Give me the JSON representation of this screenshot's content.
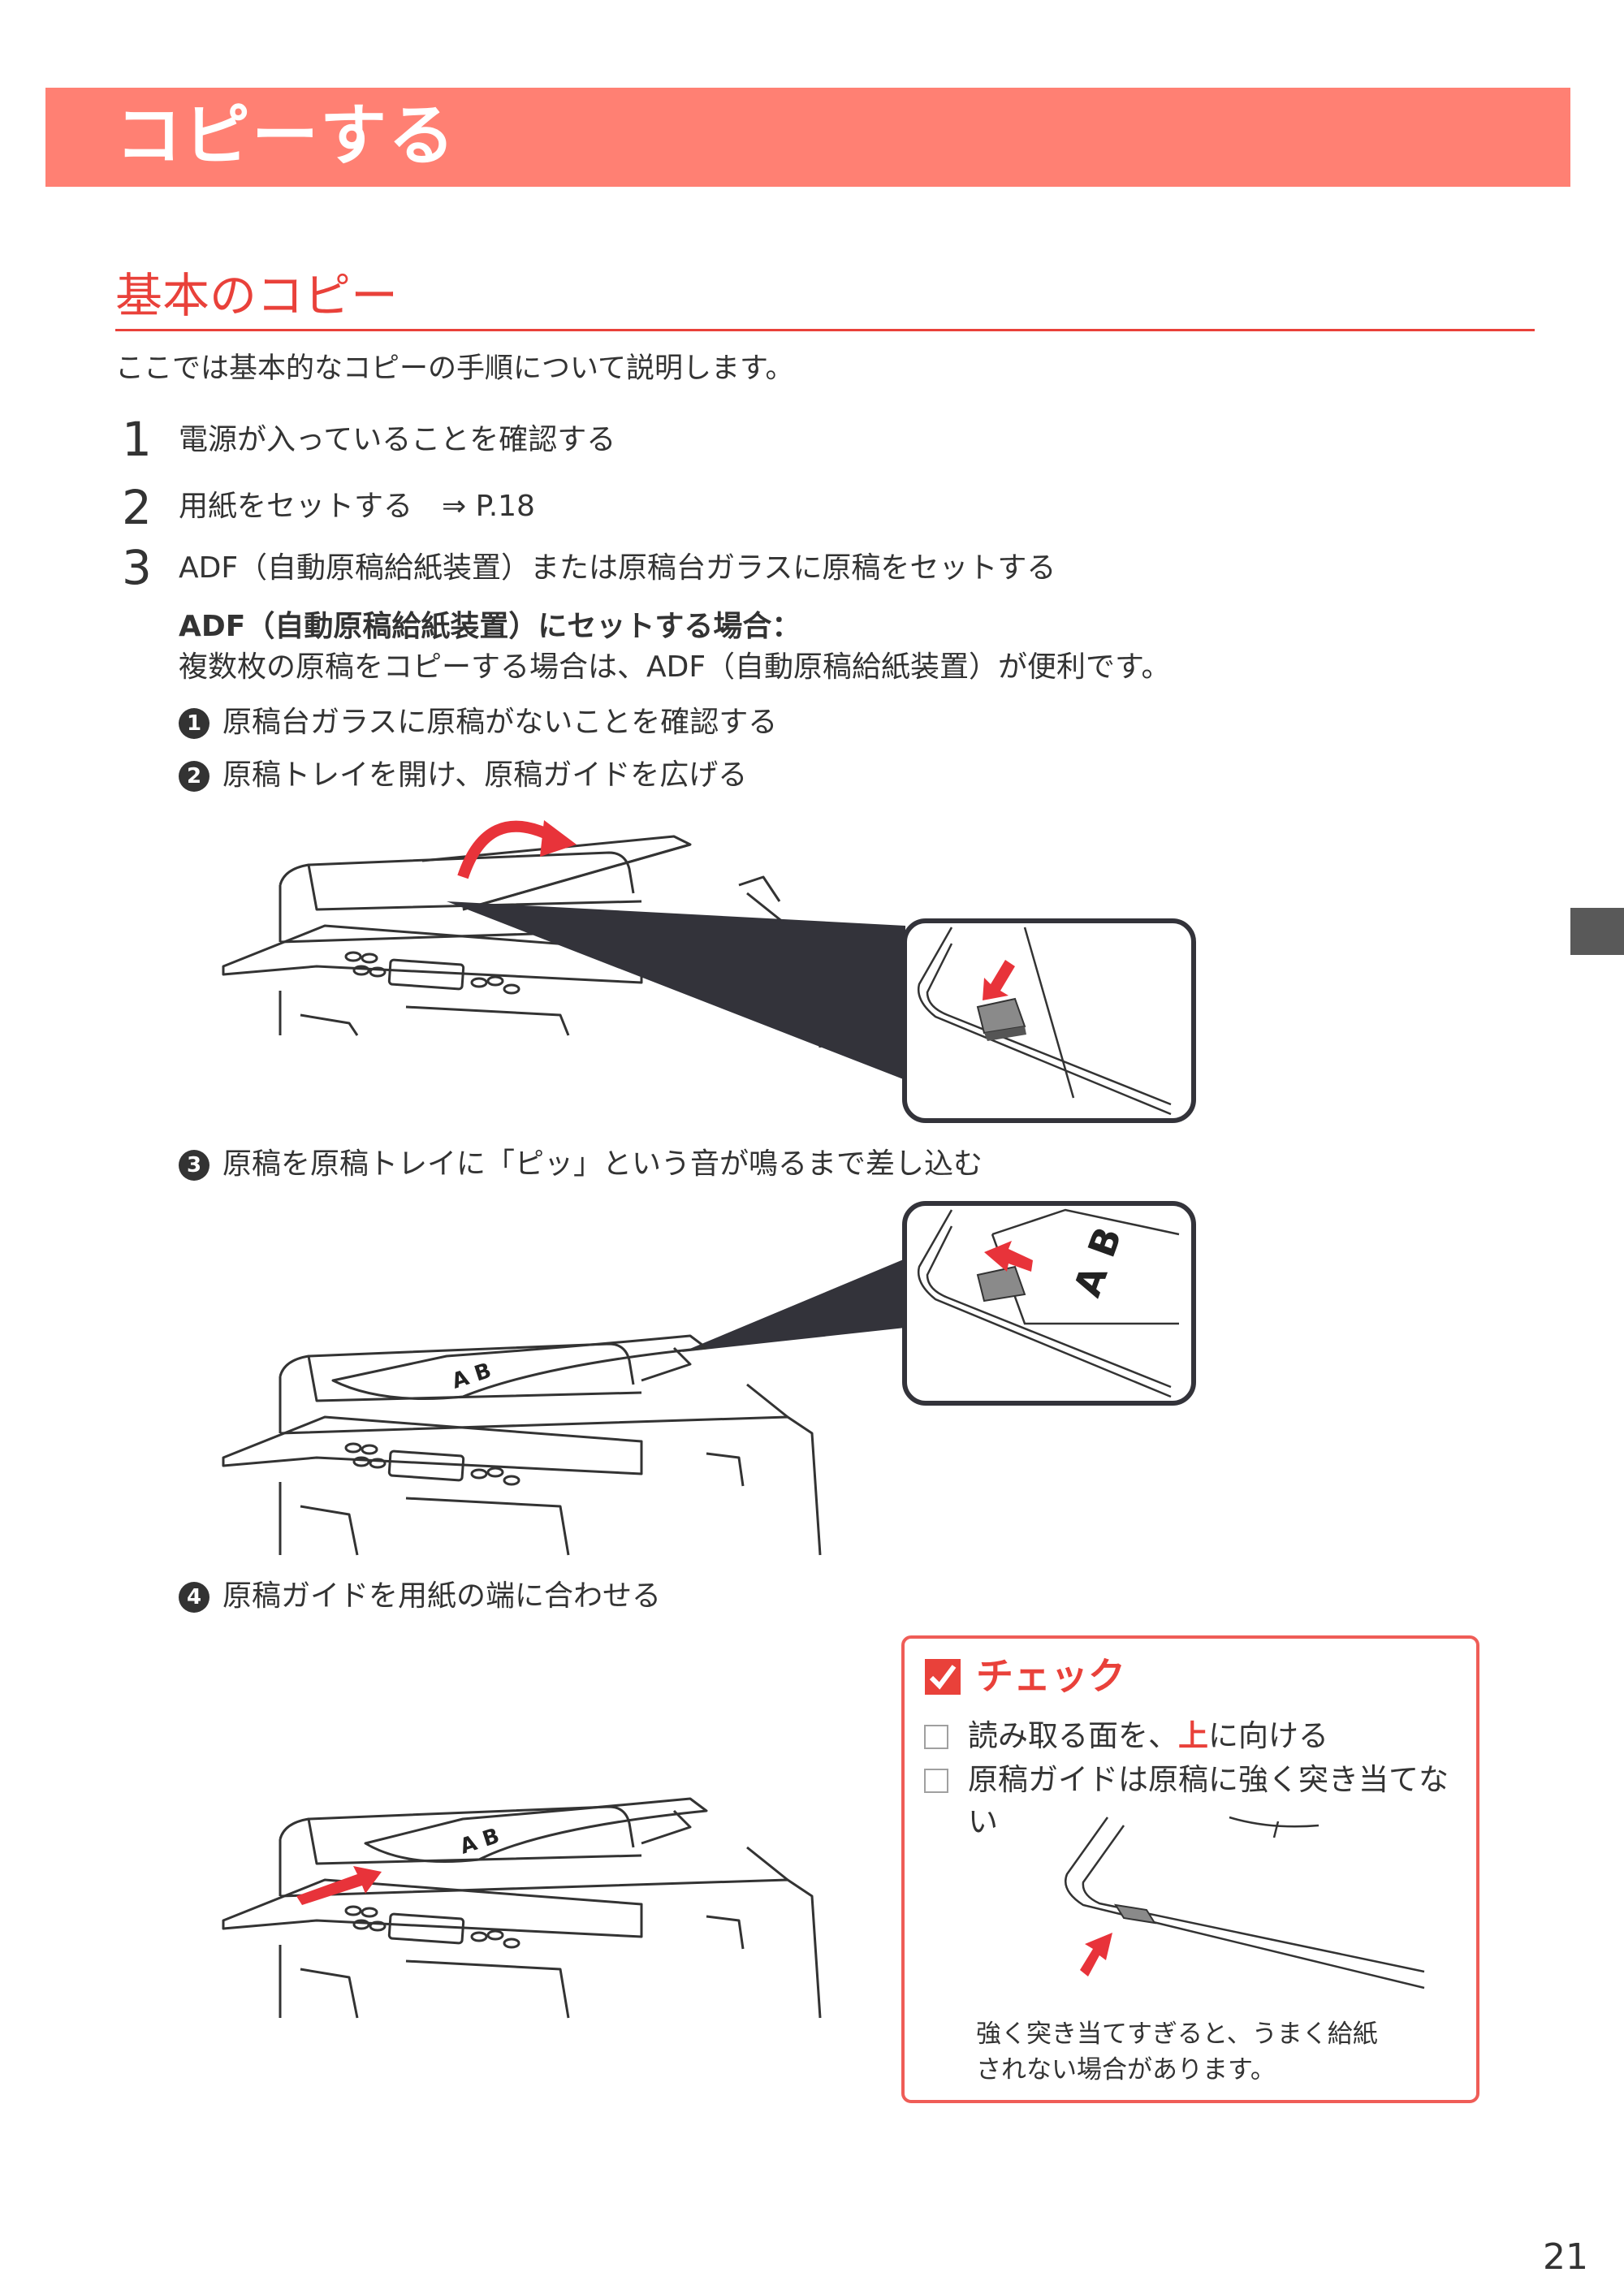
{
  "header": {
    "title": "コピーする"
  },
  "section": {
    "title": "基本のコピー"
  },
  "intro": "ここでは基本的なコピーの手順について説明します。",
  "steps": [
    {
      "num": "1",
      "text": "電源が入っていることを確認する"
    },
    {
      "num": "2",
      "text": "用紙をセットする　⇒ P.18"
    },
    {
      "num": "3",
      "text": "ADF（自動原稿給紙装置）または原稿台ガラスに原稿をセットする"
    }
  ],
  "adf": {
    "heading": "ADF（自動原稿給紙装置）にセットする場合：",
    "description": "複数枚の原稿をコピーする場合は、ADF（自動原稿給紙装置）が便利です。",
    "substeps": [
      {
        "num": "1",
        "text": "原稿台ガラスに原稿がないことを確認する"
      },
      {
        "num": "2",
        "text": "原稿トレイを開け、原稿ガイドを広げる"
      },
      {
        "num": "3",
        "text": "原稿を原稿トレイに「ピッ」という音が鳴るまで差し込む"
      },
      {
        "num": "4",
        "text": "原稿ガイドを用紙の端に合わせる"
      }
    ]
  },
  "document_label": "A B",
  "check": {
    "title": "チェック",
    "item1_before": "読み取る面を、",
    "item1_emphasis": "上",
    "item1_after": "に向ける",
    "item2": "原稿ガイドは原稿に強く突き当てない",
    "note_line1": "強く突き当てすぎると、うまく給紙",
    "note_line2": "されない場合があります。"
  },
  "page_number": "21",
  "colors": {
    "accent": "#e9413a",
    "header_band": "#ff8073",
    "arrow": "#e8333a",
    "tab": "#595959"
  }
}
